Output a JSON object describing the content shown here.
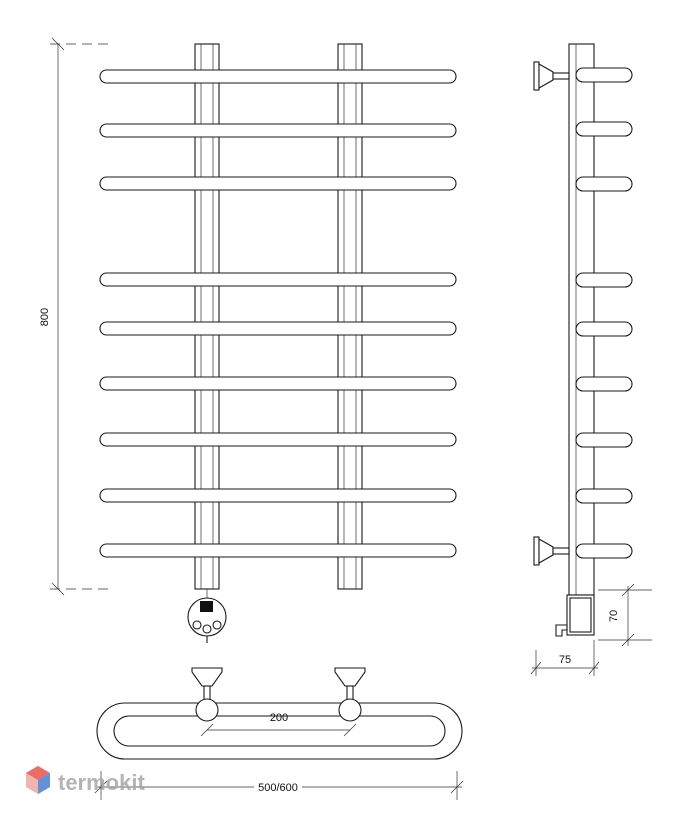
{
  "dimensions": {
    "height": "800",
    "width": "500/600",
    "center_distance": "200",
    "depth": "75",
    "heater_height": "70"
  },
  "watermark": {
    "text": "termokit",
    "logo_colors": [
      "#e8534a",
      "#4a7fd4",
      "#f0a8a4"
    ]
  },
  "front_view": {
    "rail_count": 9
  }
}
